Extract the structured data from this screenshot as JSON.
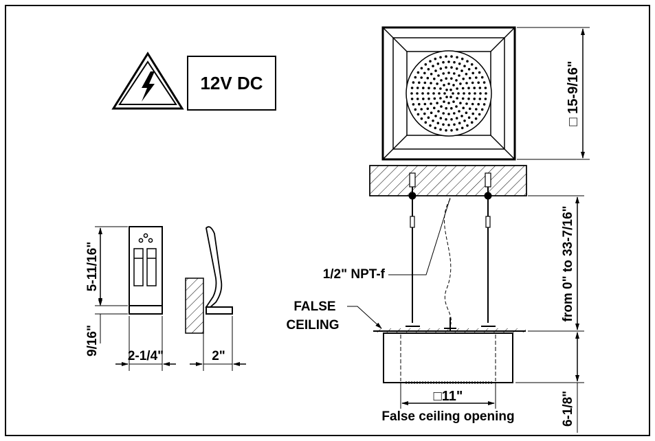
{
  "warning": {
    "icon": "high-voltage-icon",
    "voltage_label": "12V DC"
  },
  "control_panel": {
    "height_main": "5-11/16\"",
    "height_base": "9/16\"",
    "width": "2-1/4\"",
    "depth": "2\""
  },
  "shower_head": {
    "square_symbol": "□",
    "top_size": "15-9/16\"",
    "suspension_range": "from 0\" to 33-7/16\"",
    "box_height": "6-1/8\"",
    "opening_size": "11\"",
    "opening_caption": "False ceiling opening",
    "pipe_label": "1/2\" NPT-f",
    "false_ceiling_line1": "FALSE",
    "false_ceiling_line2": "CEILING"
  }
}
